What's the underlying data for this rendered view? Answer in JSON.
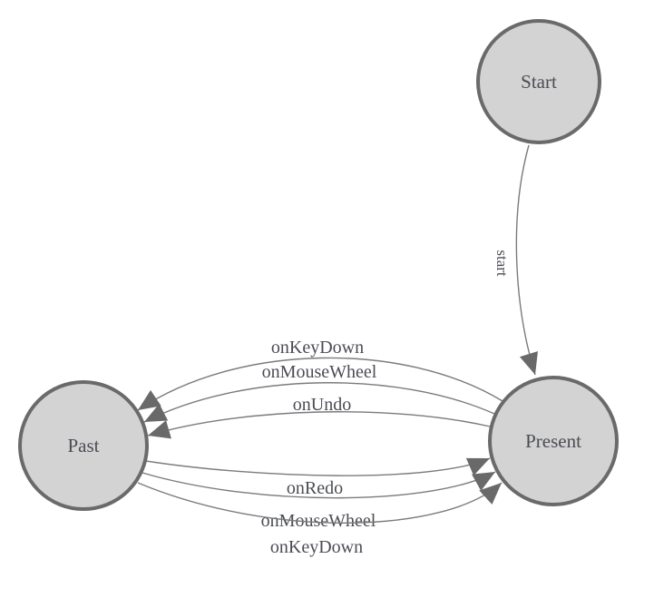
{
  "diagram": {
    "type": "finite-state-machine",
    "nodes": [
      {
        "id": "start",
        "label": "Start"
      },
      {
        "id": "past",
        "label": "Past"
      },
      {
        "id": "present",
        "label": "Present"
      }
    ],
    "edges": [
      {
        "id": "start-to-present",
        "from": "start",
        "to": "present",
        "label": "start"
      },
      {
        "id": "present-to-past-keydown",
        "from": "present",
        "to": "past",
        "label": "onKeyDown"
      },
      {
        "id": "present-to-past-mousewheel",
        "from": "present",
        "to": "past",
        "label": "onMouseWheel"
      },
      {
        "id": "present-to-past-undo",
        "from": "present",
        "to": "past",
        "label": "onUndo"
      },
      {
        "id": "past-to-present-redo",
        "from": "past",
        "to": "present",
        "label": "onRedo"
      },
      {
        "id": "past-to-present-mousewheel",
        "from": "past",
        "to": "present",
        "label": "onMouseWheel"
      },
      {
        "id": "past-to-present-keydown",
        "from": "past",
        "to": "present",
        "label": "onKeyDown"
      }
    ],
    "colors": {
      "background": "#ffffff",
      "node_fill": "#d3d3d3",
      "node_stroke": "#6a6a6a",
      "edge_stroke": "#7b7b7b",
      "arrow_fill": "#696969",
      "text_color": "#4b4d54"
    }
  }
}
